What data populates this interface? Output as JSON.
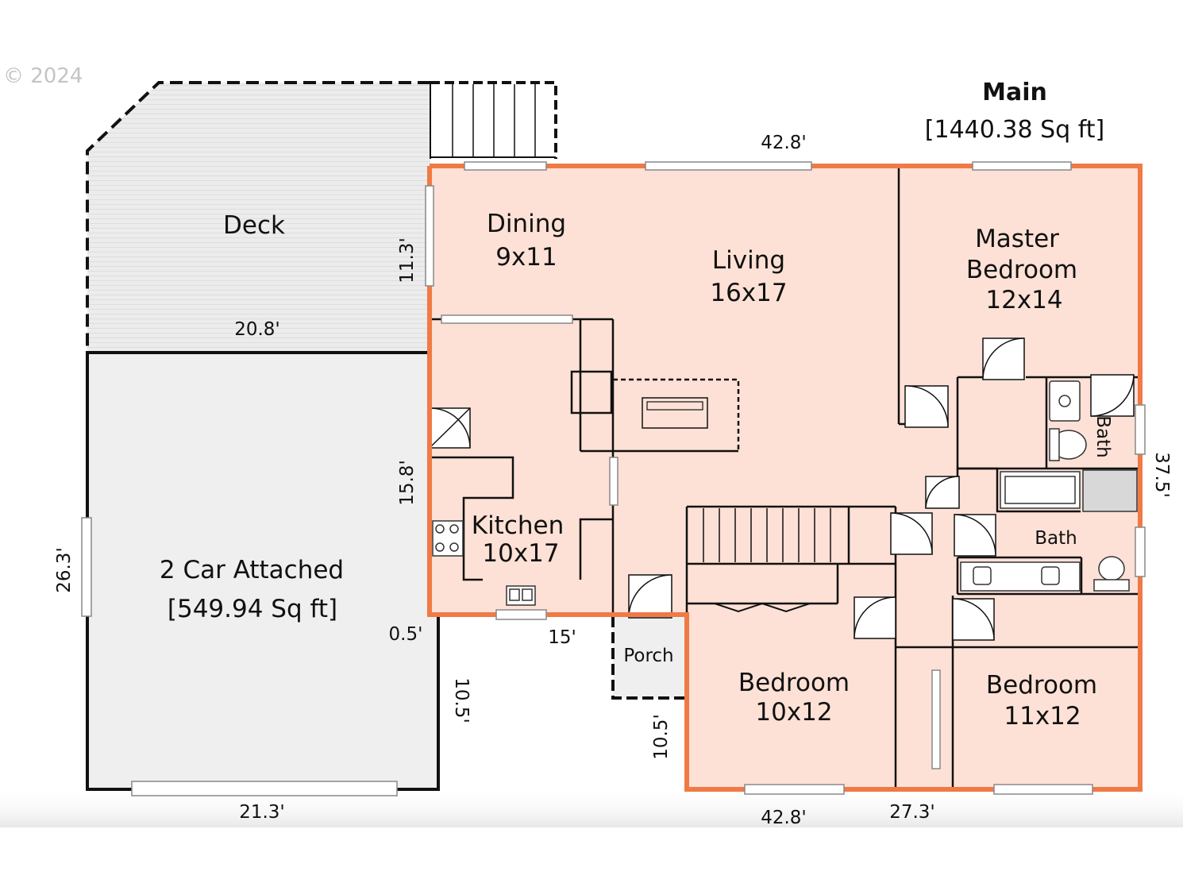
{
  "copyright": "© 2024",
  "floor": {
    "title": "Main",
    "area": "[1440.38 Sq ft]"
  },
  "rooms": {
    "deck": "Deck",
    "dining": {
      "name": "Dining",
      "size": "9x11"
    },
    "living": {
      "name": "Living",
      "size": "16x17"
    },
    "master_bedroom": {
      "name1": "Master",
      "name2": "Bedroom",
      "size": "12x14"
    },
    "kitchen": {
      "name": "Kitchen",
      "size": "10x17"
    },
    "garage": {
      "name": "2 Car Attached",
      "area": "[549.94 Sq ft]"
    },
    "porch": "Porch",
    "bedroom_a": {
      "name": "Bedroom",
      "size": "10x12"
    },
    "bedroom_b": {
      "name": "Bedroom",
      "size": "11x12"
    },
    "bath_upper": "Bath",
    "bath_lower": "Bath"
  },
  "dimensions": {
    "top_width": "42.8'",
    "deck_height": "11.3'",
    "deck_width": "20.8'",
    "kitchen_height": "15.8'",
    "garage_height": "26.3'",
    "garage_offset": "0.5'",
    "kitchen_width": "15'",
    "garage_side": "10.5'",
    "porch_side": "10.5'",
    "right_height": "37.5'",
    "garage_width": "21.3'",
    "bottom_width": "42.8'",
    "bottom_right": "27.3'"
  }
}
